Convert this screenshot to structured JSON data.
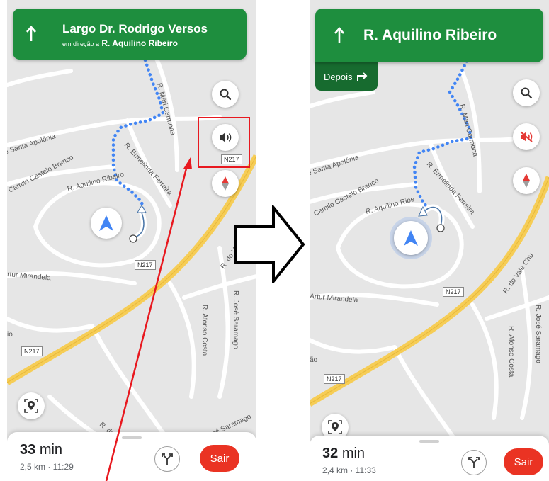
{
  "screens": {
    "before": {
      "banner": {
        "street": "Largo Dr. Rodrigo Versos",
        "toward_prefix": "em direção a",
        "toward_street": "R. Aquilino Ribeiro"
      },
      "route_badge": "N217",
      "eta": {
        "minutes": "33",
        "unit": "min",
        "details": "2,5 km · 11:29"
      },
      "exit_label": "Sair",
      "sound_state": "on"
    },
    "after": {
      "banner": {
        "street": "R. Aquilino Ribeiro"
      },
      "then_label": "Depois",
      "eta": {
        "minutes": "32",
        "unit": "min",
        "details": "2,4 km · 11:33"
      },
      "exit_label": "Sair",
      "sound_state": "muted"
    }
  },
  "streets": {
    "santa_apolonia": "e Santa Apolónia",
    "camilo": "Camilo Castelo Branco",
    "aquilino": "R. Aquilino Ribeiro",
    "aquilino_short": "R. Aquilino Ribe",
    "ermelinda": "R. Ermelinda Ferreira",
    "mari_carmona": "R. Mari Carmona",
    "artur": "rtur Mirandela",
    "artur_right": "Artur Mirandela",
    "vale": "R. do Vale",
    "vale_right": "R. do Vale Chu",
    "jose_saramago": "R. José Saramago",
    "afonso_costa": "R. Afonso Costa",
    "do_va": "R. do Va",
    "io": "io",
    "ao": "ão",
    "n217": "N217"
  },
  "icons": [
    "navigation-up-arrow-icon",
    "search-icon",
    "volume-icon",
    "volume-muted-icon",
    "compass-icon",
    "current-location-arrow-icon",
    "location-recenter-icon",
    "alternate-routes-icon",
    "turn-right-arrow-icon"
  ],
  "colors": {
    "nav_green": "#1e8e3e",
    "exit_red": "#ea3323",
    "route_blue": "#4285f4",
    "highlight_red": "#e8181f",
    "highway_yellow": "#f6cd56"
  }
}
